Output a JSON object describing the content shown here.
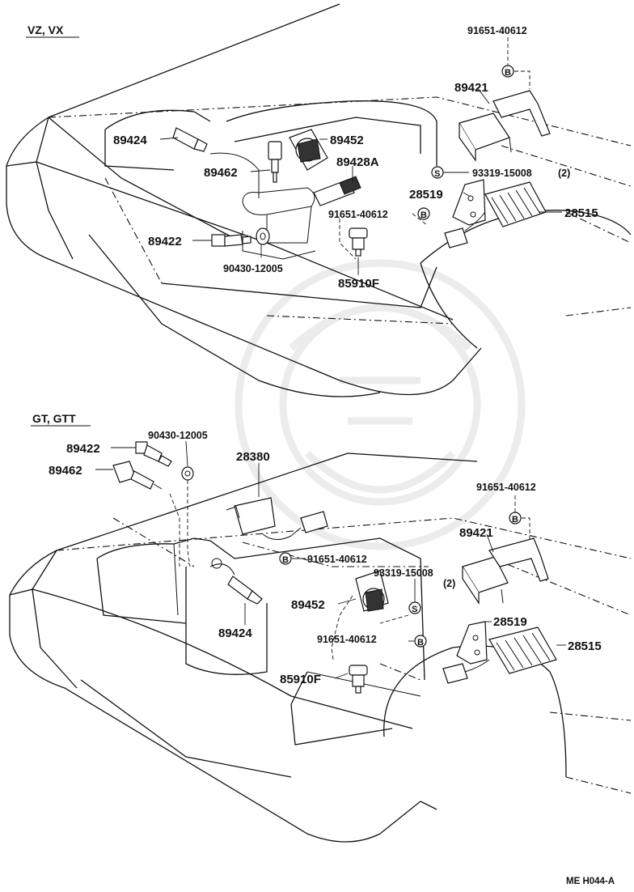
{
  "sections": {
    "top": {
      "title": "VZ, VX",
      "labels": {
        "p91651_a": "91651-40612",
        "p89421": "89421",
        "p89424": "89424",
        "p89452": "89452",
        "p89462": "89462",
        "p89428a": "89428A",
        "p93319": "93319-15008",
        "p93319_qty": "(2)",
        "p28519": "28519",
        "p91651_b": "91651-40612",
        "p28515": "28515",
        "p89422": "89422",
        "p90430": "90430-12005",
        "p85910f": "85910F"
      }
    },
    "bottom": {
      "title": "GT, GTT",
      "labels": {
        "p89422": "89422",
        "p90430": "90430-12005",
        "p89462": "89462",
        "p28380": "28380",
        "p91651_a": "91651-40612",
        "p89421": "89421",
        "p91651_b": "91651-40612",
        "p93319": "93319-15008",
        "p93319_qty": "(2)",
        "p89452": "89452",
        "p28519": "28519",
        "p89424": "89424",
        "p91651_c": "91651-40612",
        "p28515": "28515",
        "p85910f": "85910F"
      }
    }
  },
  "symbols": {
    "bolt": "B",
    "screw": "S"
  },
  "footer": {
    "code": "ME H044-A"
  }
}
